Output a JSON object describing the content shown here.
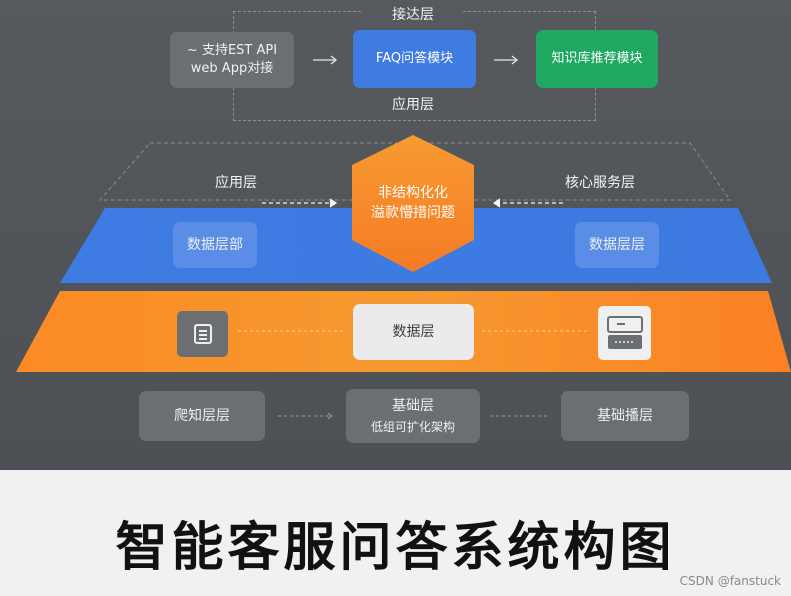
{
  "top": {
    "title": "接达层",
    "bottom_label": "应用层",
    "source_box": "~ 支持EST API\nweb App对接",
    "faq_box": "FAQ问答模块",
    "kb_box": "知识库推荐模块"
  },
  "middle": {
    "left_label": "应用层",
    "right_label": "核心服务层",
    "hexagon": "非结构化化\n溢款懵措问题"
  },
  "blue_band": {
    "left_box": "数据层部",
    "right_box": "数据层层"
  },
  "orange_band": {
    "center_box": "数据层"
  },
  "bottom_row": {
    "left_box": "爬知层层",
    "middle_title": "基础层",
    "middle_sub": "低组可扩化架构",
    "right_box": "基础播层"
  },
  "caption": "智能客服问答系统构图",
  "watermark": "CSDN @fanstuck",
  "colors": {
    "blue": "#3f7be0",
    "green": "#1ea860",
    "orange": "#f7892a",
    "gray": "#6b6e73"
  }
}
